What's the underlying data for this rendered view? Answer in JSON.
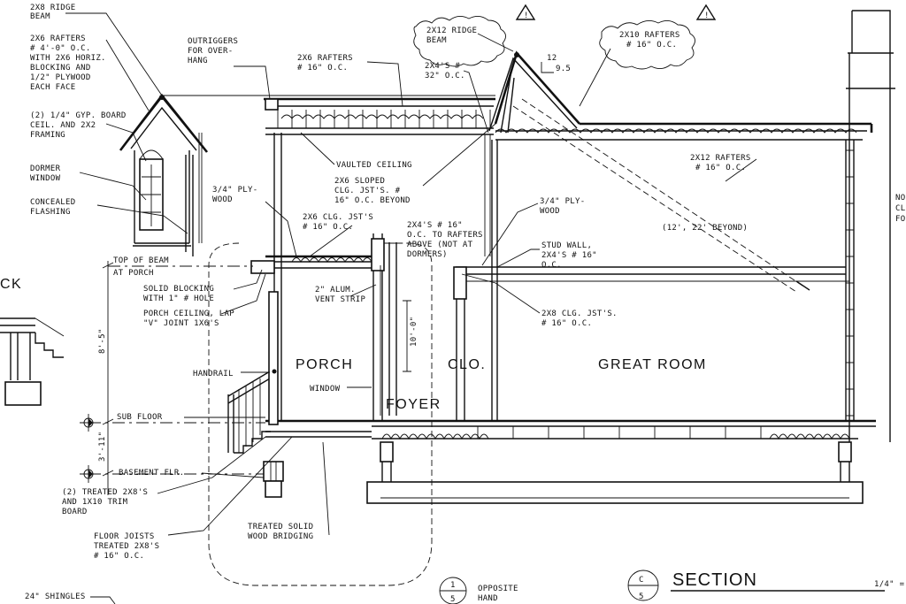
{
  "rooms": {
    "porch": "PORCH",
    "closet": "CLO.",
    "foyer": "FOYER",
    "great_room": "GREAT ROOM"
  },
  "section_title": "SECTION",
  "section_mark": {
    "top": "C",
    "bottom": "5"
  },
  "detail_mark": {
    "top": "1",
    "bottom": "5"
  },
  "scale_text": "1/4\" =",
  "left_fragment": "CK",
  "right_fragment": [
    "NO",
    "CL",
    "FO"
  ],
  "warning_symbol": "!",
  "notes": {
    "ridge_2x8": [
      "2X8 RIDGE",
      "BEAM"
    ],
    "rafters_dormer": [
      "2X6 RAFTERS",
      "# 4'-0\" O.C.",
      "WITH 2X6 HORIZ.",
      "BLOCKING AND",
      "1/2\" PLYWOOD",
      "EACH FACE"
    ],
    "gyp_board": [
      "(2) 1/4\" GYP. BOARD",
      "CEIL. AND 2X2",
      "FRAMING"
    ],
    "dormer_window": [
      "DORMER",
      "WINDOW"
    ],
    "flashing": [
      "CONCEALED",
      "FLASHING"
    ],
    "outriggers": [
      "OUTRIGGERS",
      "FOR OVER-",
      "HANG"
    ],
    "rafters_2x6": [
      "2X6 RAFTERS",
      "# 16\" O.C."
    ],
    "ridge_2x12": [
      "2X12 RIDGE",
      "BEAM"
    ],
    "studs_32": [
      "2X4'S #",
      "32\" O.C."
    ],
    "pitch": [
      "12",
      "9.5"
    ],
    "rafters_2x10": [
      "2X10 RAFTERS",
      "# 16\" O.C."
    ],
    "vaulted": "VAULTED CEILING",
    "sloped_joists": [
      "2X6 SLOPED",
      "CLG. JST'S. #",
      "16\" O.C. BEYOND"
    ],
    "plywood_left": [
      "3/4\" PLY-",
      "WOOD"
    ],
    "clg_joists_2x6": [
      "2X6 CLG. JST'S",
      "# 16\" O.C."
    ],
    "studs_to_rafters": [
      "2X4'S # 16\"",
      "O.C. TO RAFTERS",
      "ABOVE (NOT AT",
      "DORMERS)"
    ],
    "plywood_right": [
      "3/4\" PLY-",
      "WOOD"
    ],
    "rafters_2x12": [
      "2X12 RAFTERS",
      "# 16\" O.C."
    ],
    "beyond": "(12', 22' BEYOND)",
    "stud_wall": [
      "STUD WALL,",
      "2X4'S # 16\"",
      "O.C."
    ],
    "clg_joists_2x8": [
      "2X8 CLG. JST'S.",
      "# 16\" O.C."
    ],
    "top_of_beam": [
      "TOP OF BEAM",
      "AT PORCH"
    ],
    "blocking": [
      "SOLID BLOCKING",
      "WITH 1\" # HOLE"
    ],
    "porch_ceiling": [
      "PORCH CEILING, LAP",
      "\"V\" JOINT 1X6'S"
    ],
    "vent": [
      "2\" ALUM.",
      "VENT STRIP"
    ],
    "handrail": "HANDRAIL",
    "window": "WINDOW",
    "sub_floor": "SUB FLOOR",
    "basement": "BASEMENT FLR.",
    "treated_2x8": [
      "(2) TREATED 2X8'S",
      "AND 1X10 TRIM",
      "BOARD"
    ],
    "floor_joists": [
      "FLOOR JOISTS",
      "TREATED 2X8'S",
      "# 16\" O.C."
    ],
    "bridging": [
      "TREATED SOLID",
      "WOOD BRIDGING"
    ],
    "shingles": "24\" SHINGLES",
    "opposite_hand": [
      "OPPOSITE",
      "HAND"
    ],
    "dim_upper": "8'-5\"",
    "dim_lower": "3'-11\"",
    "dim_window": "10'-0\""
  }
}
